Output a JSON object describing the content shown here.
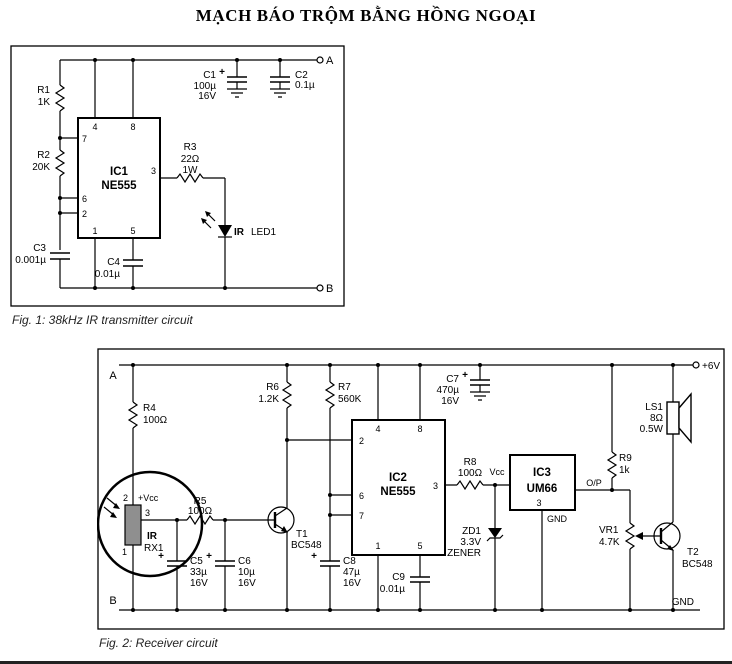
{
  "page": {
    "title": "MẠCH BÁO TRỘM BẰNG HỒNG NGOẠI"
  },
  "sym": {
    "plus": "+"
  },
  "fig1": {
    "caption": "Fig. 1: 38kHz IR transmitter circuit",
    "terminal_a": "A",
    "terminal_b": "B",
    "ic1": {
      "name": "IC1",
      "part": "NE555",
      "pin4": "4",
      "pin8": "8",
      "pin7": "7",
      "pin6": "6",
      "pin2": "2",
      "pin3": "3",
      "pin1": "1",
      "pin5": "5"
    },
    "r1": {
      "name": "R1",
      "value": "1K"
    },
    "r2": {
      "name": "R2",
      "value": "20K"
    },
    "r3": {
      "name": "R3",
      "value": "22Ω",
      "power": "1W"
    },
    "c1": {
      "name": "C1",
      "value": "100µ",
      "voltage": "16V"
    },
    "c2": {
      "name": "C2",
      "value": "0.1µ"
    },
    "c3": {
      "name": "C3",
      "value": "0.001µ"
    },
    "c4": {
      "name": "C4",
      "value": "0.01µ"
    },
    "led1": {
      "prefix": "IR",
      "name": "LED1"
    }
  },
  "fig2": {
    "caption": "Fig. 2: Receiver circuit",
    "terminal_a": "A",
    "terminal_b": "B",
    "rail_pos": "+6V",
    "rail_gnd": "GND",
    "r4": {
      "name": "R4",
      "value": "100Ω"
    },
    "r5": {
      "name": "R5",
      "value": "100Ω"
    },
    "r6": {
      "name": "R6",
      "value": "1.2K"
    },
    "r7": {
      "name": "R7",
      "value": "560K"
    },
    "r8": {
      "name": "R8",
      "value": "100Ω"
    },
    "r9": {
      "name": "R9",
      "value": "1k"
    },
    "vr1": {
      "name": "VR1",
      "value": "4.7K"
    },
    "c5": {
      "name": "C5",
      "value": "33µ",
      "voltage": "16V"
    },
    "c6": {
      "name": "C6",
      "value": "10µ",
      "voltage": "16V"
    },
    "c7": {
      "name": "C7",
      "value": "470µ",
      "voltage": "16V"
    },
    "c8": {
      "name": "C8",
      "value": "47µ",
      "voltage": "16V"
    },
    "c9": {
      "name": "C9",
      "value": "0.01µ"
    },
    "t1": {
      "name": "T1",
      "part": "BC548"
    },
    "t2": {
      "name": "T2",
      "part": "BC548"
    },
    "zd1": {
      "name": "ZD1",
      "value": "3.3V",
      "type": "ZENER"
    },
    "ic2": {
      "name": "IC2",
      "part": "NE555",
      "pin4": "4",
      "pin8": "8",
      "pin2": "2",
      "pin6": "6",
      "pin7": "7",
      "pin3": "3",
      "pin1": "1",
      "pin5": "5"
    },
    "ic3": {
      "name": "IC3",
      "part": "UM66",
      "pin_vcc": "Vcc",
      "pin_out": "O/P",
      "pin_gnd_num": "3",
      "pin_gnd": "GND"
    },
    "rx1": {
      "prefix": "IR",
      "name": "RX1",
      "pin2": "2",
      "pin3": "3",
      "pin1": "1",
      "vcc": "+Vcc"
    },
    "ls1": {
      "name": "LS1",
      "impedance": "8Ω",
      "power": "0.5W"
    }
  }
}
